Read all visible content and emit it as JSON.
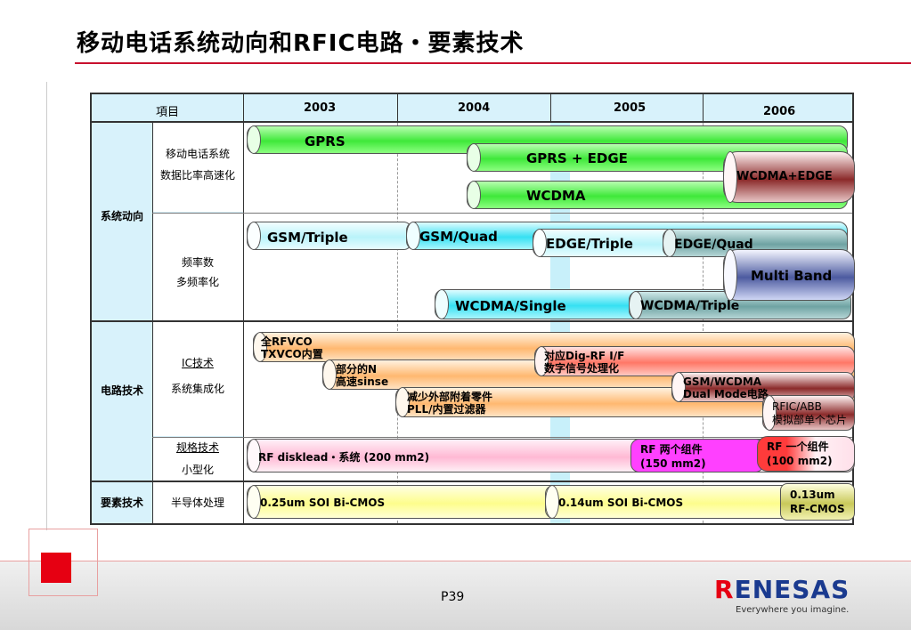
{
  "title": "移动电话系统动向和RFIC电路・要素技术",
  "footer": {
    "page": "P39",
    "logo": "RENESAS",
    "tagline": "Everywhere you imagine."
  },
  "table": {
    "header_item": "項目",
    "years": [
      "2003",
      "2004",
      "2005",
      "2006"
    ],
    "sections": {
      "system_trends": "系统动向",
      "circuit_tech": "电路技术",
      "element_tech": "要素技术"
    },
    "rows": {
      "data_rate": {
        "line1": "移动电话系统",
        "line2": "数据比率高速化"
      },
      "frequency": {
        "line1": "频率数",
        "line2": "多频率化"
      },
      "ic_tech": {
        "line1": "IC技术",
        "line2": "系统集成化"
      },
      "spec_tech": {
        "line1": "规格技术",
        "line2": "小型化"
      },
      "semi": {
        "line1": "半导体处理"
      }
    }
  },
  "bars": {
    "gprs": "GPRS",
    "gprs_edge": "GPRS + EDGE",
    "wcdma_edge": "WCDMA+EDGE",
    "wcdma": "WCDMA",
    "gsm_triple": "GSM/Triple",
    "gsm_quad": "GSM/Quad",
    "edge_triple": "EDGE/Triple",
    "edge_quad": "EDGE/Quad",
    "multi_band": "Multi Band",
    "wcdma_single": "WCDMA/Single",
    "wcdma_triple": "WCDMA/Triple",
    "rfvco": {
      "line1": "全RFVCO",
      "line2": "TXVCO内置"
    },
    "partial_n": {
      "line1": "部分的N",
      "line2": "高速sinse"
    },
    "digrf": {
      "line1": "对应Dig-RF I/F",
      "line2": "数字信号处理化"
    },
    "gsm_wcdma": {
      "line1": "GSM/WCDMA",
      "line2": "Dual Mode电路"
    },
    "reduce_ext": {
      "line1": "减少外部附着零件",
      "line2": "PLL/内置过滤器"
    },
    "rfic_abb": {
      "line1": "RFIC/ABB",
      "line2": "模拟部单个芯片"
    },
    "rf_disklead": "RF disklead・系统 (200 mm2)",
    "rf_two": {
      "line1": "RF 两个组件",
      "line2": "(150 mm2)"
    },
    "rf_one": {
      "line1": "RF 一个组件",
      "line2": "(100 mm2)"
    },
    "soi025": "0.25um SOI Bi-CMOS",
    "soi014": "0.14um SOI Bi-CMOS",
    "rfcmos013": {
      "line1": "0.13um",
      "line2": "RF-CMOS"
    }
  }
}
